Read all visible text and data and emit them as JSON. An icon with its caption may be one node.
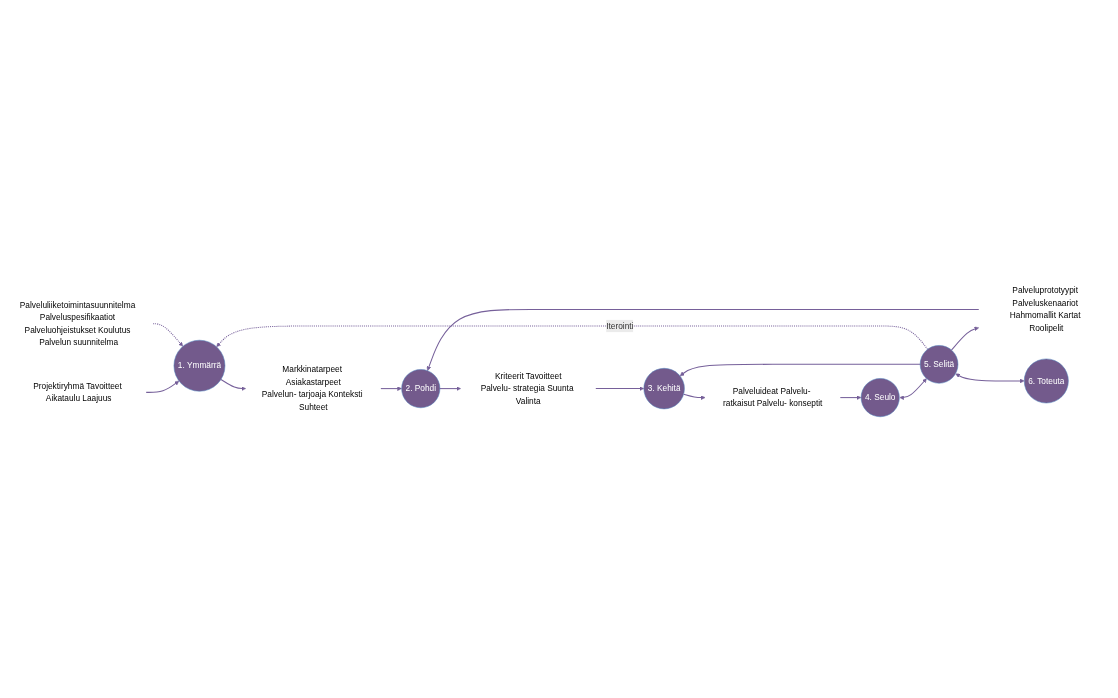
{
  "diagram": {
    "nodes": [
      {
        "text": [
          "Projektiryhmä Tavoitteet Aikataulu Laajuus"
        ]
      },
      {
        "text": [
          "1. Ymmärrä"
        ]
      },
      {
        "text": [
          "Markkinatarpeet Asiakastarpeet",
          "Palvelun- tarjoaja Konteksti Suhteet"
        ]
      },
      {
        "text": [
          "2. Pohdi"
        ]
      },
      {
        "text": [
          "Kriteerit Tavoitteet",
          "Palvelu- strategia Suunta Valinta"
        ]
      },
      {
        "text": [
          "3. Kehitä"
        ]
      },
      {
        "text": [
          "Palveluideat Palvelu- ratkaisut Palvelu- konseptit"
        ]
      },
      {
        "text": [
          "4. Seulo"
        ]
      },
      {
        "text": [
          "Palveluprototyypit Palveluskenaariot Hahmomallit Kartat Roolipelit"
        ]
      },
      {
        "text": [
          "5. Selitä"
        ]
      },
      {
        "text": [
          "6. Toteuta"
        ]
      },
      {
        "text": [
          "Palveluliiketoimintasuunnitelma Palveluspesifikaatiot Palveluohjeistukset Koulutus Palvelun suunnitelma"
        ]
      }
    ],
    "edges": [
      {
        "from": 0,
        "to": 1,
        "arrow": "to"
      },
      {
        "from": 1,
        "to": 2,
        "arrow": "to"
      },
      {
        "from": 2,
        "to": 3,
        "arrow": "to"
      },
      {
        "from": 3,
        "to": 4,
        "arrow": "to"
      },
      {
        "from": 4,
        "to": 5,
        "arrow": "to"
      },
      {
        "from": 5,
        "to": 6,
        "arrow": "to"
      },
      {
        "from": 6,
        "to": 7,
        "arrow": "to"
      },
      {
        "from": 7,
        "to": 9,
        "arrow": "both"
      },
      {
        "from": 9,
        "to": 5,
        "arrow": "to"
      },
      {
        "from": 9,
        "to": 8,
        "arrow": "to"
      },
      {
        "from": 8,
        "to": 3,
        "arrow": "to"
      },
      {
        "from": 9,
        "to": 10,
        "arrow": "both"
      },
      {
        "from": 9,
        "to": 1,
        "arrow": "to",
        "style": "dashed",
        "label": "Iterointi"
      },
      {
        "from": 11,
        "to": 1,
        "arrow": "to",
        "style": "dashed"
      }
    ]
  }
}
